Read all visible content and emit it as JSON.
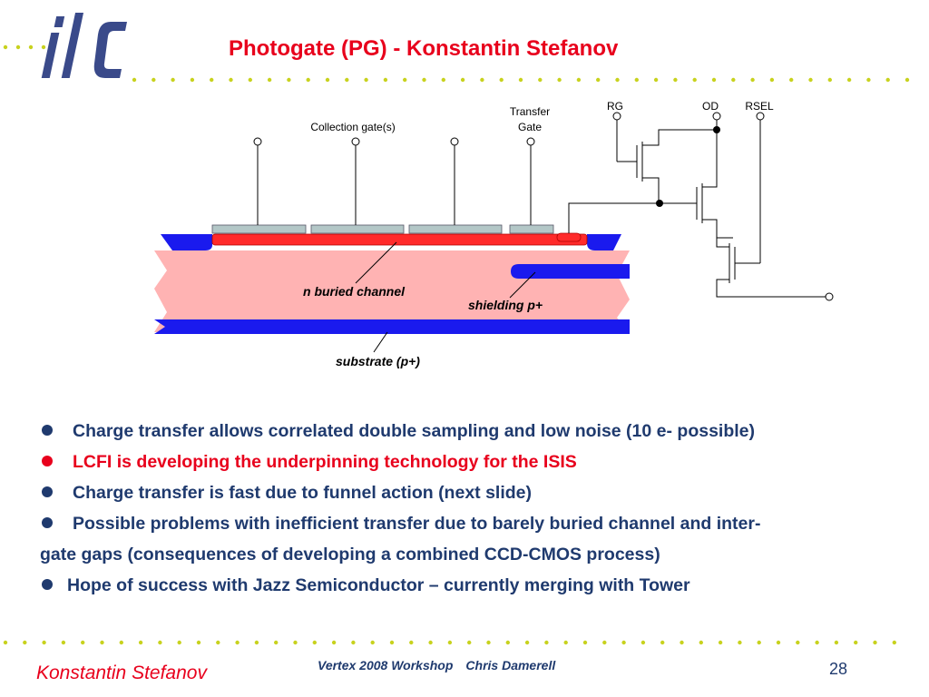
{
  "logo": {
    "text": "ilc",
    "color": "#3a4a8a"
  },
  "title": "Photogate (PG) - Konstantin Stefanov",
  "diagram": {
    "labels": {
      "collection_gates": "Collection gate(s)",
      "transfer_gate_line1": "Transfer",
      "transfer_gate_line2": "Gate",
      "rg": "RG",
      "od": "OD",
      "rsel": "RSEL",
      "n_buried_channel": "n buried channel",
      "shielding": "shielding p+",
      "substrate": "substrate (p+)"
    },
    "colors": {
      "substrate_fill": "#ffb3b3",
      "p_plus": "#1a1aee",
      "channel": "#ff2a2a",
      "gate": "#b3c7c7"
    }
  },
  "bullets": [
    {
      "text": "Charge transfer allows correlated double sampling and low noise (10 e- possible)",
      "highlight": false
    },
    {
      "text": "LCFI is developing the underpinning technology for the ISIS",
      "highlight": true
    },
    {
      "text": "Charge transfer is fast due to funnel action (next slide)",
      "highlight": false
    },
    {
      "text": "Possible problems with inefficient transfer due to barely buried channel and inter-",
      "continuation": "gate gaps (consequences of developing a combined CCD-CMOS process)",
      "highlight": false
    },
    {
      "text": "Hope of success with Jazz Semiconductor – currently merging with Tower",
      "highlight": false
    }
  ],
  "footer": {
    "author": "Konstantin Stefanov",
    "event": "Vertex 2008 Workshop",
    "presenter": "Chris Damerell",
    "page": "28"
  },
  "colors": {
    "title": "#e8001c",
    "text": "#1f3a6e",
    "dots": "#c8d21e"
  }
}
